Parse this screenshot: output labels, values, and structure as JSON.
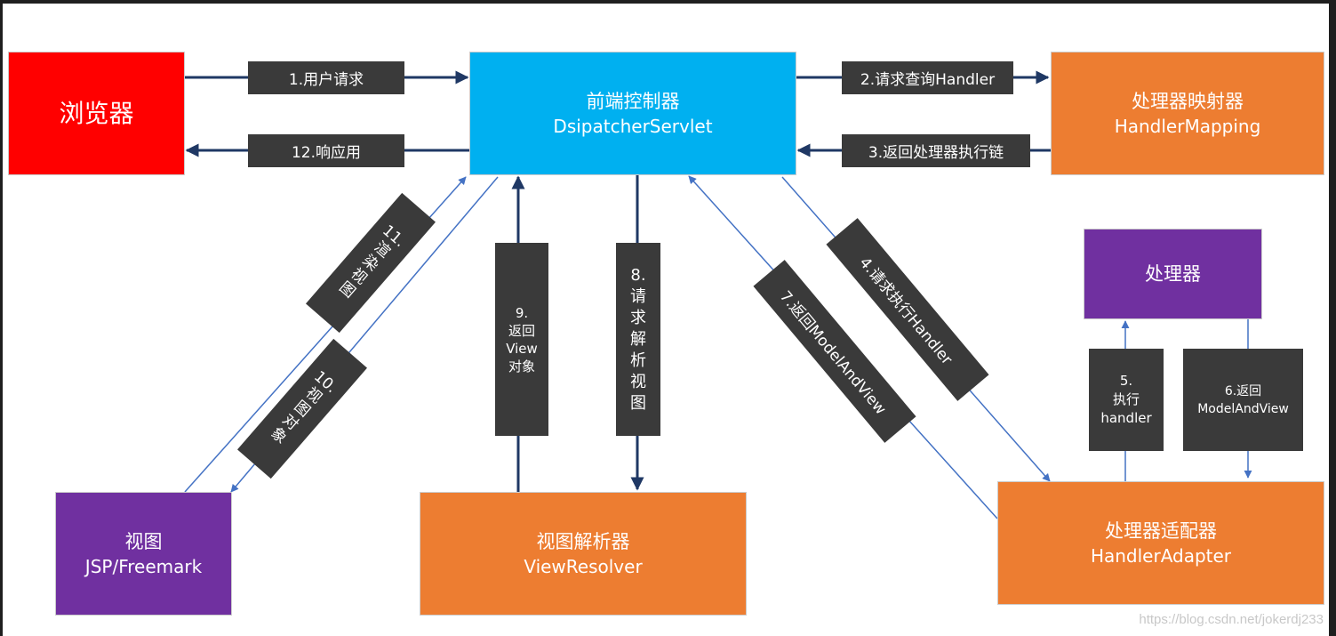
{
  "nodes": {
    "browser": {
      "label": "浏览器"
    },
    "dispatcher": {
      "label": "前端控制器",
      "sublabel": "DsipatcherServlet"
    },
    "handler_mapping": {
      "label": "处理器映射器",
      "sublabel": "HandlerMapping"
    },
    "handler": {
      "label": "处理器"
    },
    "handler_adapter": {
      "label": "处理器适配器",
      "sublabel": "HandlerAdapter"
    },
    "view_resolver": {
      "label": "视图解析器",
      "sublabel": "ViewResolver"
    },
    "view": {
      "label": "视图",
      "sublabel": "JSP/Freemark"
    }
  },
  "steps": {
    "s1": "1.用户请求",
    "s2": "2.请求查询Handler",
    "s3": "3.返回处理器执行链",
    "s4": "4.请求执行Handler",
    "s5": {
      "num": "5.",
      "line1": "执行",
      "line2": "handler"
    },
    "s6": {
      "line1": "6.返回",
      "line2": "ModelAndView"
    },
    "s7": "7.返回ModelAndView",
    "s8": {
      "num": "8.",
      "chars": [
        "请",
        "求",
        "解",
        "析",
        "视",
        "图"
      ]
    },
    "s9": {
      "num": "9.",
      "line1": "返回",
      "line2": "View",
      "line3": "对象"
    },
    "s10": {
      "num": "10.",
      "chars": [
        "视",
        "图",
        "对",
        "象"
      ]
    },
    "s12": "12.响应用",
    "s11": {
      "num": "11.",
      "chars": [
        "渲",
        "染",
        "视",
        "图"
      ]
    }
  },
  "watermark": "https://blog.csdn.net/jokerdj233",
  "colors": {
    "browser": "#ff0000",
    "dispatcher": "#00b0f0",
    "component": "#ed7d31",
    "handler_view": "#7030a0",
    "label_bg": "#3a3a3a",
    "arrow_dark": "#1f3864",
    "arrow_light": "#4472c4"
  }
}
